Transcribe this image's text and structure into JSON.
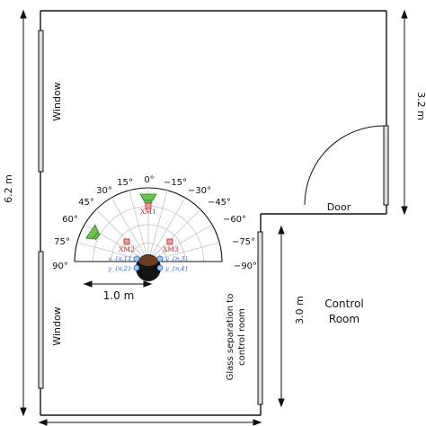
{
  "dimensions": {
    "room_height": "6.2 m",
    "right_upper": "3.2 m",
    "right_lower": "3.0 m",
    "scale_bar": "1.0 m"
  },
  "labels": {
    "window_upper": "Window",
    "window_lower": "Window",
    "door": "Door",
    "control_room_line1": "Control",
    "control_room_line2": "Room",
    "glass_line1": "Glass separation to",
    "glass_line2": "control room"
  },
  "angles": {
    "left": [
      "0°",
      "15°",
      "30°",
      "45°",
      "60°",
      "75°",
      "90°"
    ],
    "right": [
      "−15°",
      "−30°",
      "−45°",
      "−60°",
      "−75°",
      "−90°"
    ]
  },
  "markers": {
    "xm1": "XM1",
    "xm2": "XM2",
    "xm3": "XM3"
  },
  "mics": {
    "m1": "y_{n,1}",
    "m2": "y_{n,2}",
    "m3": "y_{n,3}",
    "m4": "y_{n,4}"
  },
  "colors": {
    "wall": "#111111",
    "loudspeaker": "#6cc24a",
    "reference_mic": "#c62828",
    "array_mic": "#1f5fd0",
    "listener": "#1a1a1a"
  }
}
